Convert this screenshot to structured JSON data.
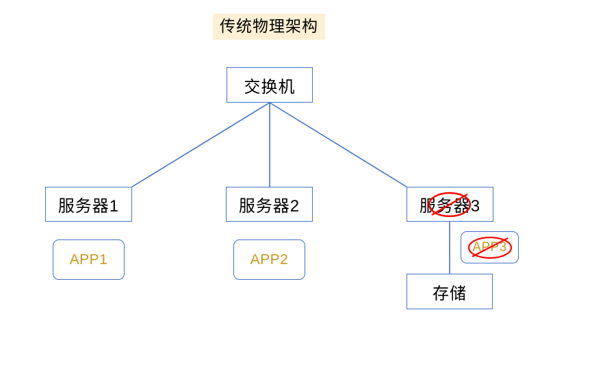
{
  "diagram": {
    "title": "传统物理架构",
    "title_highlight_color": "#fdf0d5",
    "border_color": "#4472c4",
    "app_text_color": "#c9971d",
    "annotation_color": "#ff0000",
    "background_color": "#ffffff",
    "nodes": {
      "switch": {
        "label": "交换机",
        "shape": "rectangle"
      },
      "server1": {
        "label": "服务器1",
        "shape": "rectangle"
      },
      "server2": {
        "label": "服务器2",
        "shape": "rectangle"
      },
      "server3": {
        "label": "服务器3",
        "shape": "rectangle",
        "annotation": "crossed-out"
      },
      "app1": {
        "label": "APP1",
        "shape": "rounded-rectangle"
      },
      "app2": {
        "label": "APP2",
        "shape": "rounded-rectangle"
      },
      "app3": {
        "label": "APP3",
        "shape": "rounded-rectangle",
        "annotation": "crossed-out"
      },
      "storage": {
        "label": "存储",
        "shape": "rectangle"
      }
    },
    "edges": [
      {
        "from": "switch",
        "to": "server1"
      },
      {
        "from": "switch",
        "to": "server2"
      },
      {
        "from": "switch",
        "to": "server3"
      },
      {
        "from": "server3",
        "to": "storage"
      }
    ]
  }
}
